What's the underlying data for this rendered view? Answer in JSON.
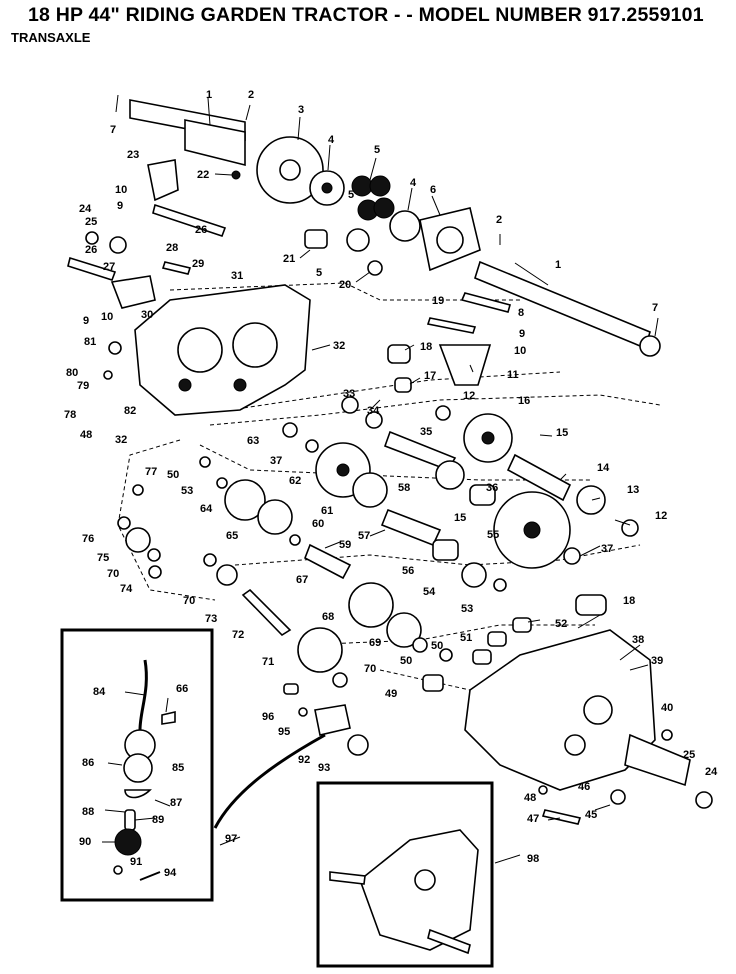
{
  "header": {
    "title": "18 HP 44\" RIDING GARDEN TRACTOR - - MODEL NUMBER 917.2559101",
    "subtitle": "TRANSAXLE"
  },
  "callouts": [
    {
      "id": "c1a",
      "text": "1"
    },
    {
      "id": "c2a",
      "text": "2"
    },
    {
      "id": "c3",
      "text": "3"
    },
    {
      "id": "c4a",
      "text": "4"
    },
    {
      "id": "c5a",
      "text": "5"
    },
    {
      "id": "c6",
      "text": "6"
    },
    {
      "id": "c4b",
      "text": "4"
    },
    {
      "id": "c5b",
      "text": "5"
    },
    {
      "id": "c7a",
      "text": "7"
    },
    {
      "id": "c23",
      "text": "23"
    },
    {
      "id": "c22",
      "text": "22"
    },
    {
      "id": "c10a",
      "text": "10"
    },
    {
      "id": "c9a",
      "text": "9"
    },
    {
      "id": "c24a",
      "text": "24"
    },
    {
      "id": "c25a",
      "text": "25"
    },
    {
      "id": "c26a",
      "text": "26"
    },
    {
      "id": "c26b",
      "text": "26"
    },
    {
      "id": "c28",
      "text": "28"
    },
    {
      "id": "c27",
      "text": "27"
    },
    {
      "id": "c29",
      "text": "29"
    },
    {
      "id": "c21",
      "text": "21"
    },
    {
      "id": "c5c",
      "text": "5"
    },
    {
      "id": "c20",
      "text": "20"
    },
    {
      "id": "c2b",
      "text": "2"
    },
    {
      "id": "c1b",
      "text": "1"
    },
    {
      "id": "c31",
      "text": "31"
    },
    {
      "id": "c9b",
      "text": "9"
    },
    {
      "id": "c10b",
      "text": "10"
    },
    {
      "id": "c30",
      "text": "30"
    },
    {
      "id": "c8",
      "text": "8"
    },
    {
      "id": "c19",
      "text": "19"
    },
    {
      "id": "c7b",
      "text": "7"
    },
    {
      "id": "c9c",
      "text": "9"
    },
    {
      "id": "c10c",
      "text": "10"
    },
    {
      "id": "c81",
      "text": "81"
    },
    {
      "id": "c32a",
      "text": "32"
    },
    {
      "id": "c18a",
      "text": "18"
    },
    {
      "id": "c11",
      "text": "11"
    },
    {
      "id": "c80",
      "text": "80"
    },
    {
      "id": "c79",
      "text": "79"
    },
    {
      "id": "c17",
      "text": "17"
    },
    {
      "id": "c78",
      "text": "78"
    },
    {
      "id": "c82",
      "text": "82"
    },
    {
      "id": "c33",
      "text": "33"
    },
    {
      "id": "c12a",
      "text": "12"
    },
    {
      "id": "c16",
      "text": "16"
    },
    {
      "id": "c48a",
      "text": "48"
    },
    {
      "id": "c34",
      "text": "34"
    },
    {
      "id": "c32b",
      "text": "32"
    },
    {
      "id": "c63",
      "text": "63"
    },
    {
      "id": "c35",
      "text": "35"
    },
    {
      "id": "c15a",
      "text": "15"
    },
    {
      "id": "c37a",
      "text": "37"
    },
    {
      "id": "c77",
      "text": "77"
    },
    {
      "id": "c50a",
      "text": "50"
    },
    {
      "id": "c62",
      "text": "62"
    },
    {
      "id": "c14",
      "text": "14"
    },
    {
      "id": "c53a",
      "text": "53"
    },
    {
      "id": "c58",
      "text": "58"
    },
    {
      "id": "c36",
      "text": "36"
    },
    {
      "id": "c13",
      "text": "13"
    },
    {
      "id": "c64",
      "text": "64"
    },
    {
      "id": "c61",
      "text": "61"
    },
    {
      "id": "c15b",
      "text": "15"
    },
    {
      "id": "c12b",
      "text": "12"
    },
    {
      "id": "c60",
      "text": "60"
    },
    {
      "id": "c65",
      "text": "65"
    },
    {
      "id": "c57",
      "text": "57"
    },
    {
      "id": "c76",
      "text": "76"
    },
    {
      "id": "c55",
      "text": "55"
    },
    {
      "id": "c59",
      "text": "59"
    },
    {
      "id": "c37b",
      "text": "37"
    },
    {
      "id": "c75",
      "text": "75"
    },
    {
      "id": "c56",
      "text": "56"
    },
    {
      "id": "c70a",
      "text": "70"
    },
    {
      "id": "c74",
      "text": "74"
    },
    {
      "id": "c67",
      "text": "67"
    },
    {
      "id": "c54",
      "text": "54"
    },
    {
      "id": "c70b",
      "text": "70"
    },
    {
      "id": "c53b",
      "text": "53"
    },
    {
      "id": "c18b",
      "text": "18"
    },
    {
      "id": "c73",
      "text": "73"
    },
    {
      "id": "c68",
      "text": "68"
    },
    {
      "id": "c52",
      "text": "52"
    },
    {
      "id": "c72",
      "text": "72"
    },
    {
      "id": "c69",
      "text": "69"
    },
    {
      "id": "c51",
      "text": "51"
    },
    {
      "id": "c38",
      "text": "38"
    },
    {
      "id": "c50b",
      "text": "50"
    },
    {
      "id": "c50c",
      "text": "50"
    },
    {
      "id": "c39",
      "text": "39"
    },
    {
      "id": "c71",
      "text": "71"
    },
    {
      "id": "c70c",
      "text": "70"
    },
    {
      "id": "c84",
      "text": "84"
    },
    {
      "id": "c66",
      "text": "66"
    },
    {
      "id": "c49",
      "text": "49"
    },
    {
      "id": "c96",
      "text": "96"
    },
    {
      "id": "c40",
      "text": "40"
    },
    {
      "id": "c95",
      "text": "95"
    },
    {
      "id": "c86",
      "text": "86"
    },
    {
      "id": "c85",
      "text": "85"
    },
    {
      "id": "c92",
      "text": "92"
    },
    {
      "id": "c93",
      "text": "93"
    },
    {
      "id": "c25b",
      "text": "25"
    },
    {
      "id": "c24b",
      "text": "24"
    },
    {
      "id": "c87",
      "text": "87"
    },
    {
      "id": "c46",
      "text": "46"
    },
    {
      "id": "c48b",
      "text": "48"
    },
    {
      "id": "c88",
      "text": "88"
    },
    {
      "id": "c45",
      "text": "45"
    },
    {
      "id": "c47",
      "text": "47"
    },
    {
      "id": "c89",
      "text": "89"
    },
    {
      "id": "c97",
      "text": "97"
    },
    {
      "id": "c90",
      "text": "90"
    },
    {
      "id": "c91",
      "text": "91"
    },
    {
      "id": "c94",
      "text": "94"
    },
    {
      "id": "c98",
      "text": "98"
    }
  ]
}
